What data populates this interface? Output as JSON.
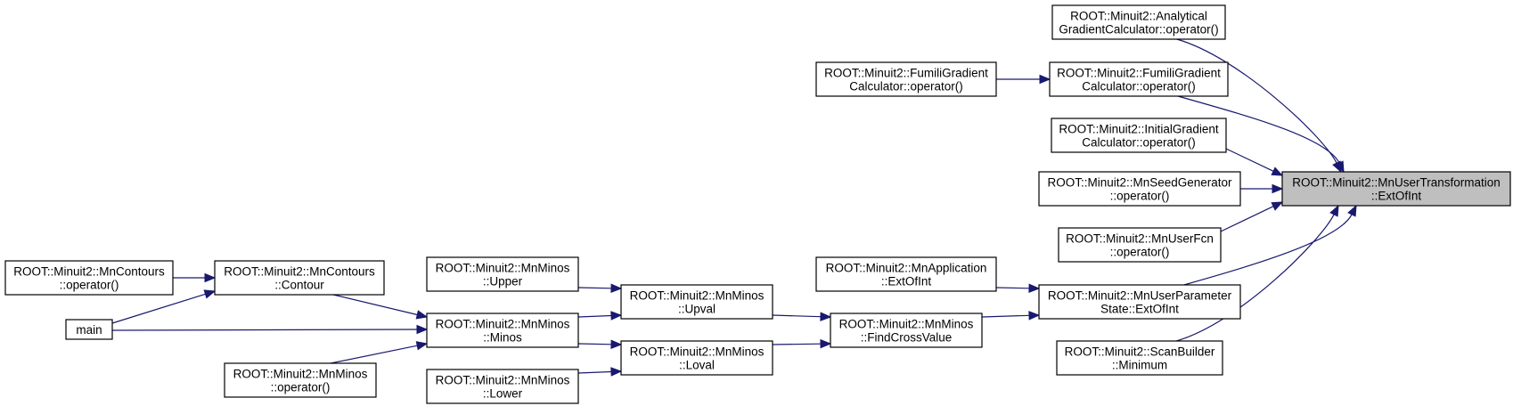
{
  "colors": {
    "edge": "#191970",
    "focus_fill": "#bfbfbf",
    "node_fill": "#ffffff",
    "node_stroke": "#000000"
  },
  "nodes": [
    {
      "id": "focus",
      "lines": [
        "ROOT::Minuit2::MnUserTransformation",
        "::ExtOfInt"
      ],
      "focus": true
    },
    {
      "id": "analytical",
      "lines": [
        "ROOT::Minuit2::Analytical",
        "GradientCalculator::operator()"
      ]
    },
    {
      "id": "fumiliA",
      "lines": [
        "ROOT::Minuit2::FumiliGradient",
        "Calculator::operator()"
      ]
    },
    {
      "id": "fumiliB",
      "lines": [
        "ROOT::Minuit2::FumiliGradient",
        "Calculator::operator()"
      ]
    },
    {
      "id": "initial",
      "lines": [
        "ROOT::Minuit2::InitialGradient",
        "Calculator::operator()"
      ]
    },
    {
      "id": "seed",
      "lines": [
        "ROOT::Minuit2::MnSeedGenerator",
        "::operator()"
      ]
    },
    {
      "id": "userfcn",
      "lines": [
        "ROOT::Minuit2::MnUserFcn",
        "::operator()"
      ]
    },
    {
      "id": "paramstate",
      "lines": [
        "ROOT::Minuit2::MnUserParameter",
        "State::ExtOfInt"
      ]
    },
    {
      "id": "scanbuilder",
      "lines": [
        "ROOT::Minuit2::ScanBuilder",
        "::Minimum"
      ]
    },
    {
      "id": "application",
      "lines": [
        "ROOT::Minuit2::MnApplication",
        "::ExtOfInt"
      ]
    },
    {
      "id": "findcross",
      "lines": [
        "ROOT::Minuit2::MnMinos",
        "::FindCrossValue"
      ]
    },
    {
      "id": "upval",
      "lines": [
        "ROOT::Minuit2::MnMinos",
        "::Upval"
      ]
    },
    {
      "id": "loval",
      "lines": [
        "ROOT::Minuit2::MnMinos",
        "::Loval"
      ]
    },
    {
      "id": "upper",
      "lines": [
        "ROOT::Minuit2::MnMinos",
        "::Upper"
      ]
    },
    {
      "id": "minos",
      "lines": [
        "ROOT::Minuit2::MnMinos",
        "::Minos"
      ]
    },
    {
      "id": "lower",
      "lines": [
        "ROOT::Minuit2::MnMinos",
        "::Lower"
      ]
    },
    {
      "id": "contour",
      "lines": [
        "ROOT::Minuit2::MnContours",
        "::Contour"
      ]
    },
    {
      "id": "minosop",
      "lines": [
        "ROOT::Minuit2::MnMinos",
        "::operator()"
      ]
    },
    {
      "id": "contoursop",
      "lines": [
        "ROOT::Minuit2::MnContours",
        "::operator()"
      ]
    },
    {
      "id": "main",
      "lines": [
        "main"
      ]
    }
  ],
  "edges": [
    {
      "from": "analytical",
      "to": "focus"
    },
    {
      "from": "fumiliB",
      "to": "focus"
    },
    {
      "from": "initial",
      "to": "focus"
    },
    {
      "from": "seed",
      "to": "focus"
    },
    {
      "from": "userfcn",
      "to": "focus"
    },
    {
      "from": "paramstate",
      "to": "focus"
    },
    {
      "from": "scanbuilder",
      "to": "focus"
    },
    {
      "from": "fumiliA",
      "to": "fumiliB"
    },
    {
      "from": "application",
      "to": "paramstate"
    },
    {
      "from": "findcross",
      "to": "paramstate"
    },
    {
      "from": "upval",
      "to": "findcross"
    },
    {
      "from": "loval",
      "to": "findcross"
    },
    {
      "from": "upper",
      "to": "upval"
    },
    {
      "from": "minos",
      "to": "upval"
    },
    {
      "from": "minos",
      "to": "loval"
    },
    {
      "from": "lower",
      "to": "loval"
    },
    {
      "from": "contour",
      "to": "minos"
    },
    {
      "from": "main",
      "to": "minos"
    },
    {
      "from": "minosop",
      "to": "minos"
    },
    {
      "from": "contoursop",
      "to": "contour"
    },
    {
      "from": "main",
      "to": "contour"
    }
  ]
}
